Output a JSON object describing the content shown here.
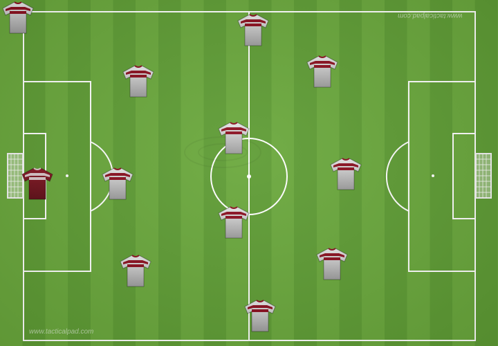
{
  "watermarks": {
    "bottom": "www.tacticalpad.com",
    "top": "www.tacticalpad.com"
  },
  "colors": {
    "grass_light": "#6aa83c",
    "grass_dark": "#5e9c34",
    "lines": "#ffffff",
    "outfield_shirt": "#e8e8e8",
    "outfield_stripe": "#8b1020",
    "goalkeeper_shirt": "#8a1a26",
    "goalkeeper_stripe": "#d9c7c9"
  },
  "players": [
    {
      "role": "goalkeeper",
      "kit": "goalkeeper-kit"
    },
    {
      "role": "outfield",
      "kit": "outfield-kit"
    },
    {
      "role": "outfield",
      "kit": "outfield-kit"
    },
    {
      "role": "outfield",
      "kit": "outfield-kit"
    },
    {
      "role": "outfield",
      "kit": "outfield-kit"
    },
    {
      "role": "outfield",
      "kit": "outfield-kit"
    },
    {
      "role": "outfield",
      "kit": "outfield-kit"
    },
    {
      "role": "outfield",
      "kit": "outfield-kit"
    },
    {
      "role": "outfield",
      "kit": "outfield-kit"
    },
    {
      "role": "outfield",
      "kit": "outfield-kit"
    },
    {
      "role": "outfield",
      "kit": "outfield-kit"
    },
    {
      "role": "outfield",
      "kit": "outfield-kit"
    }
  ]
}
